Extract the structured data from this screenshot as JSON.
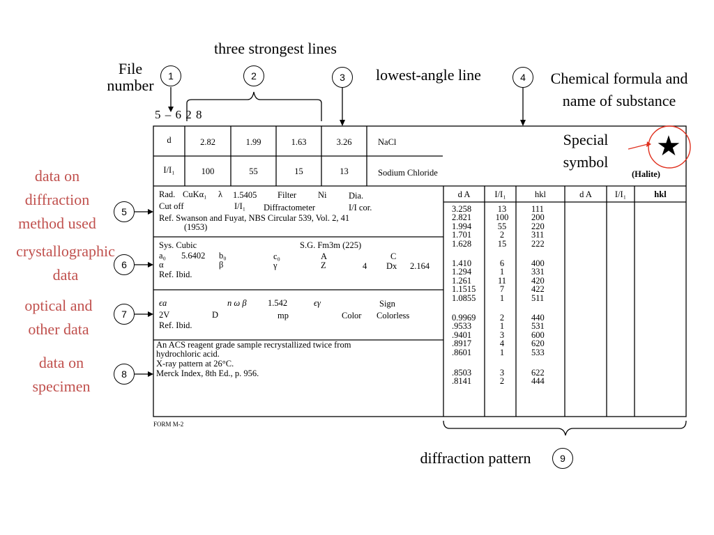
{
  "annotations": {
    "three_strongest": "three strongest lines",
    "lowest_angle": "lowest-angle line",
    "file_number": [
      "File",
      "number"
    ],
    "chem_formula": [
      "Chemical formula and",
      "name of substance"
    ],
    "special_symbol": [
      "Special",
      "symbol"
    ],
    "diffraction_method": [
      "data on",
      "diffraction",
      "method used"
    ],
    "crystallographic": [
      "crystallographic",
      "data"
    ],
    "optical": [
      "optical and",
      "other data"
    ],
    "specimen": [
      "data on",
      "specimen"
    ],
    "diffraction_pattern": "diffraction pattern"
  },
  "circles": [
    "1",
    "2",
    "3",
    "4",
    "5",
    "6",
    "7",
    "8",
    "9"
  ],
  "colors": {
    "annotation_red": "#c0504d",
    "line_black": "#000000"
  },
  "card": {
    "file_number": "5 – 6 2 8",
    "row_d": {
      "label": "d",
      "values": [
        "2.82",
        "1.99",
        "1.63",
        "3.26"
      ]
    },
    "row_i": {
      "label": "I/I₁",
      "values": [
        "100",
        "55",
        "15",
        "13"
      ]
    },
    "formula": "NaCl",
    "name": "Sodium Chloride",
    "mineral": "(Halite)",
    "star": "★",
    "method": {
      "rad": "Rad.",
      "rad_val": "CuKα₁",
      "lambda": "λ",
      "lambda_val": "1.5405",
      "filter": "Filter",
      "filter_val": "Ni",
      "dia": "Dia.",
      "cutoff": "Cut off",
      "ii1": "I/I₁",
      "diffractometer": "Diffractometer",
      "icor": "I/I cor.",
      "ref": "Ref.  Swanson and Fuyat,  NBS  Circular 539,  Vol. 2,   41",
      "ref_year": "(1953)"
    },
    "cryst": {
      "sys": "Sys.  Cubic",
      "sg": "S.G.   Fm3m  (225)",
      "a0": "a₀",
      "a0_val": "5.6402",
      "b0": "b₀",
      "c0": "c₀",
      "A": "A",
      "C": "C",
      "alpha": "α",
      "beta": "β",
      "gamma": "γ",
      "Z": "Z",
      "z_val": "4",
      "dx": "Dx",
      "dx_val": "2.164",
      "ref": "Ref.  Ibid."
    },
    "optical": {
      "ea": "ϵa",
      "nwb": "n ω β",
      "nwb_val": "1.542",
      "eg": "ϵγ",
      "sign": "Sign",
      "twov": "2V",
      "d": "D",
      "mp": "mp",
      "color": "Color",
      "color_val": "Colorless",
      "ref": "Ref.  Ibid."
    },
    "specimen": [
      "An ACS reagent grade sample recrystallized twice from",
      "hydrochloric acid.",
      "X-ray pattern at 26°C.",
      "Merck Index, 8th Ed.,  p.  956."
    ],
    "pattern_headers": [
      "d A",
      "I/I₁",
      "hkl",
      "d A",
      "I/I₁",
      "hkl"
    ],
    "pattern_group1": {
      "d": [
        "3.258",
        "2.821",
        "1.994",
        "1.701",
        "1.628"
      ],
      "i": [
        "13",
        "100",
        "55",
        "2",
        "15"
      ],
      "hkl": [
        "111",
        "200",
        "220",
        "311",
        "222"
      ]
    },
    "pattern_group2": {
      "d": [
        "1.410",
        "1.294",
        "1.261",
        "1.1515",
        "1.0855"
      ],
      "i": [
        "6",
        "1",
        "11",
        "7",
        "1"
      ],
      "hkl": [
        "400",
        "331",
        "420",
        "422",
        "511"
      ]
    },
    "pattern_group3": {
      "d": [
        "0.9969",
        ".9533",
        ".9401",
        ".8917",
        ".8601"
      ],
      "i": [
        "2",
        "1",
        "3",
        "4",
        "1"
      ],
      "hkl": [
        "440",
        "531",
        "600",
        "620",
        "533"
      ]
    },
    "pattern_group4": {
      "d": [
        ".8503",
        ".8141"
      ],
      "i": [
        "3",
        "2"
      ],
      "hkl": [
        "622",
        "444"
      ]
    },
    "form": "FORM M-2"
  }
}
